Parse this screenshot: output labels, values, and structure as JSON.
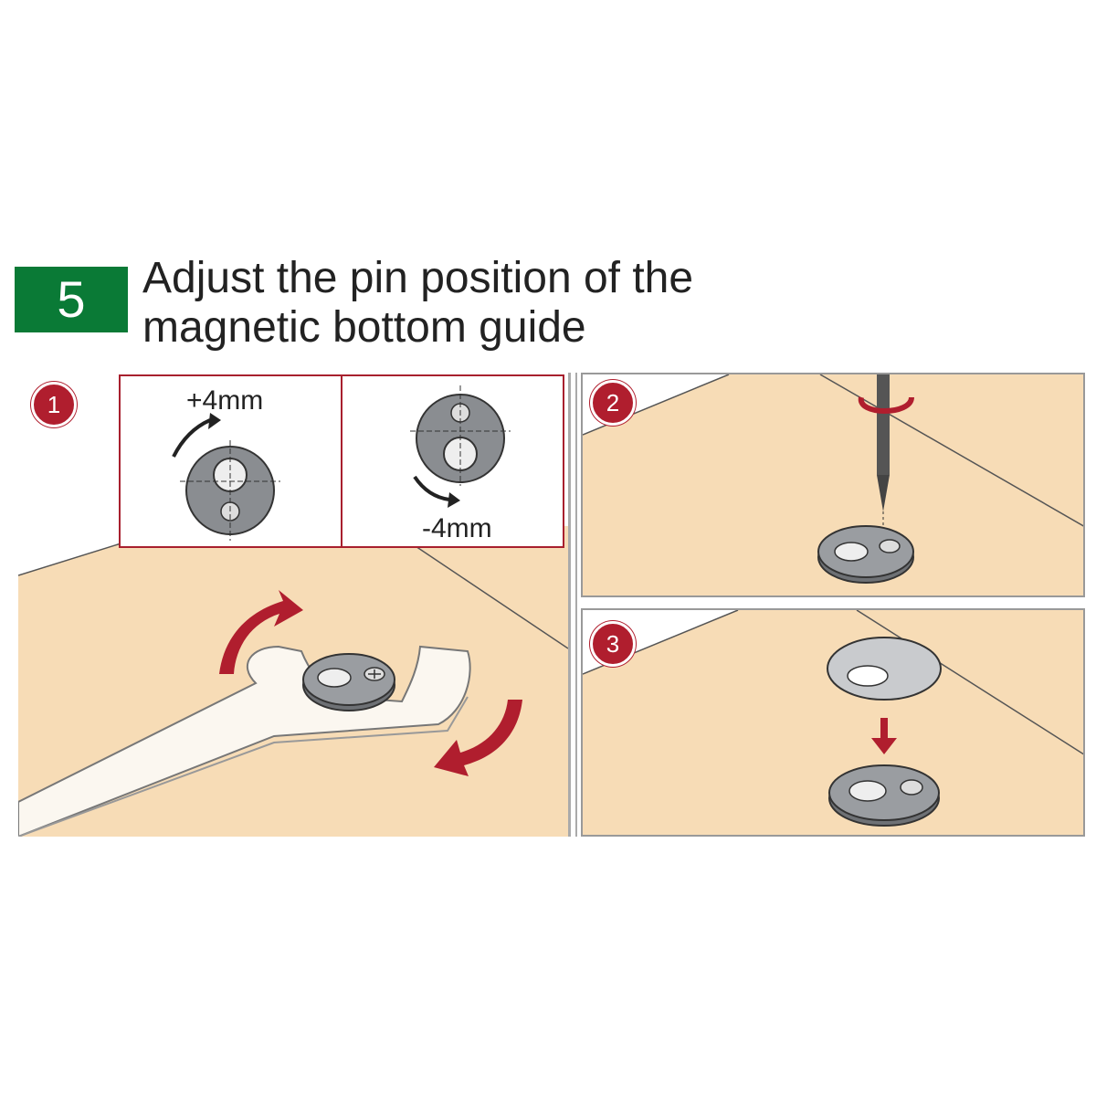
{
  "step": {
    "number": "5",
    "color": "#0a7a36"
  },
  "title": {
    "line1": "Adjust the pin position of the",
    "line2": "magnetic bottom guide"
  },
  "panels": [
    {
      "badge": "1",
      "label_plus": "+4mm",
      "label_minus": "-4mm"
    },
    {
      "badge": "2"
    },
    {
      "badge": "3"
    }
  ],
  "colors": {
    "wood": "#f7dcb6",
    "accent": "#b01e2e",
    "note_border": "#a8202e",
    "metal": "#8a8d91"
  }
}
